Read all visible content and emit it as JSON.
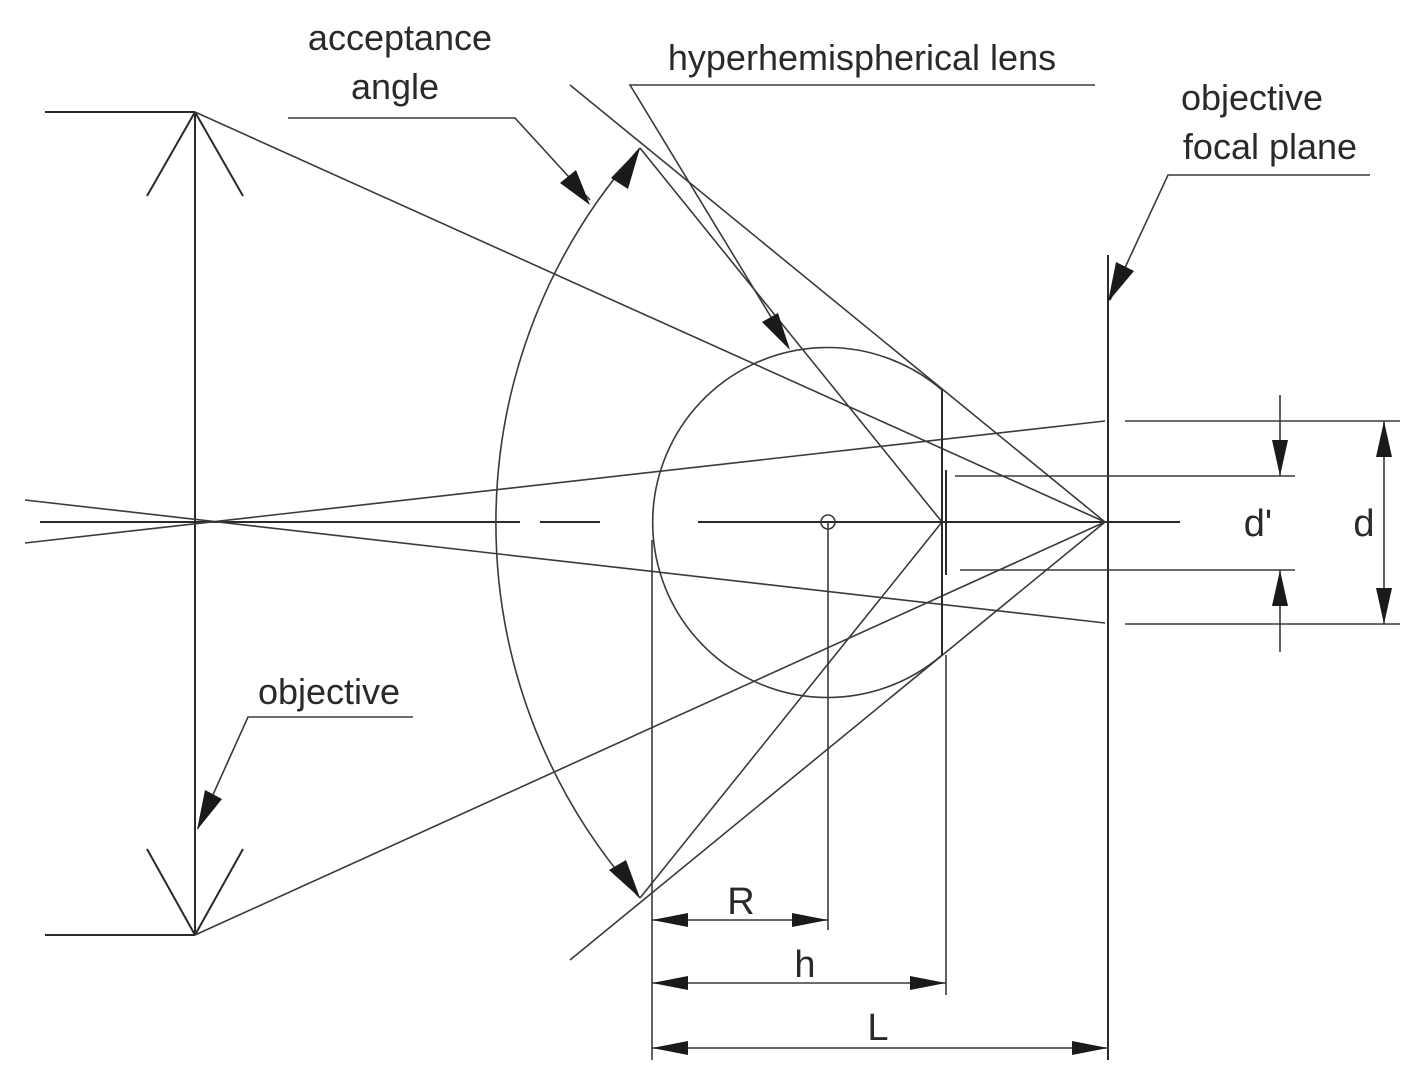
{
  "labels": {
    "acceptance_angle_line1": "acceptance",
    "acceptance_angle_line2": "angle",
    "hyperhemispherical_lens": "hyperhemispherical lens",
    "focal_plane_line1": "objective",
    "focal_plane_line2": "focal plane",
    "objective": "objective"
  },
  "dimensions": {
    "d_prime": "d'",
    "d": "d",
    "R": "R",
    "h": "h",
    "L": "L"
  },
  "colors": {
    "line": "#2a2a2a",
    "background": "#ffffff"
  }
}
